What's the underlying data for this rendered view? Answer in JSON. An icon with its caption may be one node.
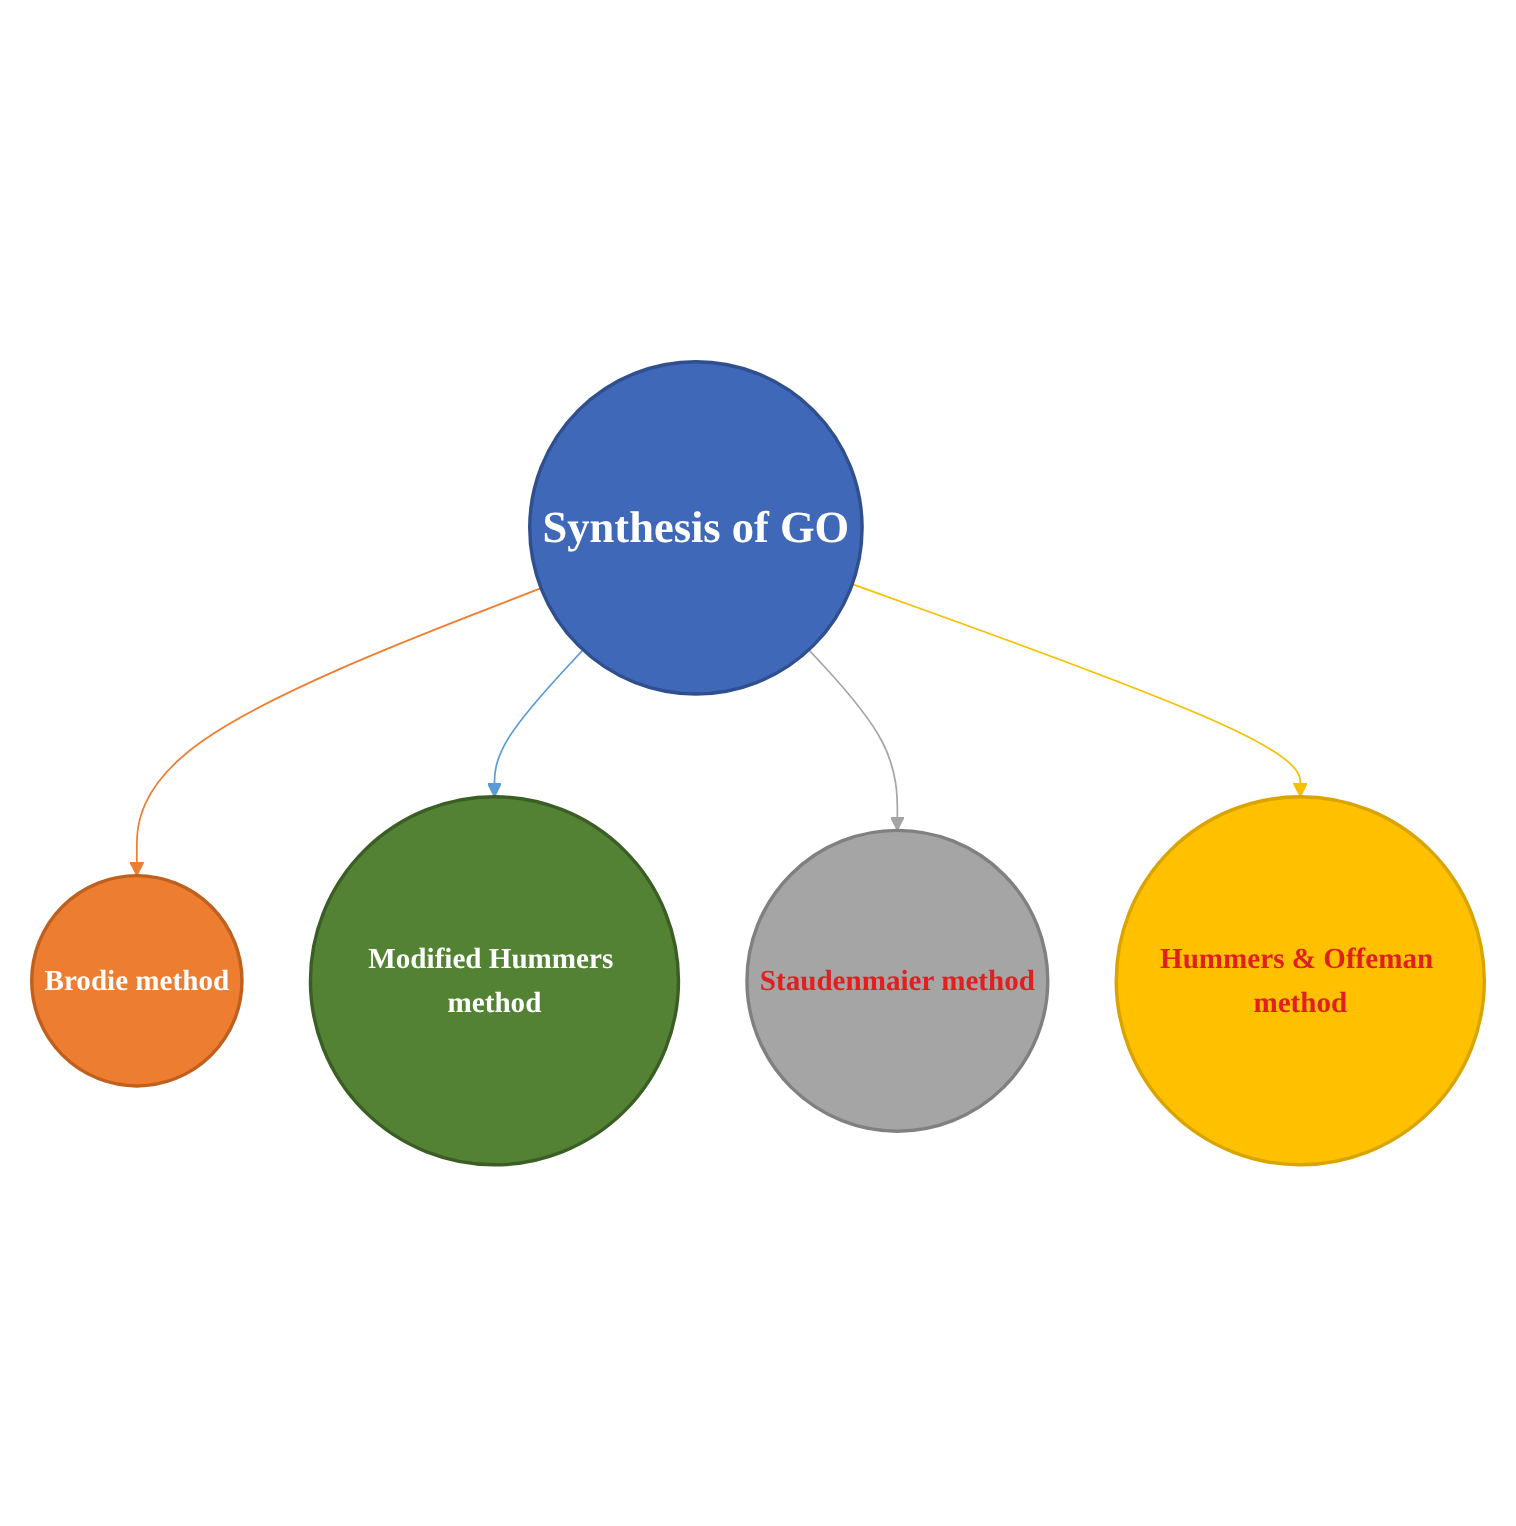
{
  "diagram": {
    "nodes": [
      {
        "text": [
          "Synthesis of GO"
        ]
      },
      {
        "text": [
          "Brodie method"
        ]
      },
      {
        "text": [
          "Modified Hummers method"
        ]
      },
      {
        "text": [
          "Staudenmaier method"
        ]
      },
      {
        "text": [
          "Hummers & Offeman method"
        ]
      }
    ],
    "edges": [
      {
        "from": 0,
        "to": 1,
        "arrow": "to",
        "color": "#ed7d31"
      },
      {
        "from": 0,
        "to": 2,
        "arrow": "to",
        "color": "#5b9bd5"
      },
      {
        "from": 0,
        "to": 3,
        "arrow": "to",
        "color": "#a5a5a5"
      },
      {
        "from": 0,
        "to": 4,
        "arrow": "to",
        "color": "#f5c000"
      }
    ]
  }
}
